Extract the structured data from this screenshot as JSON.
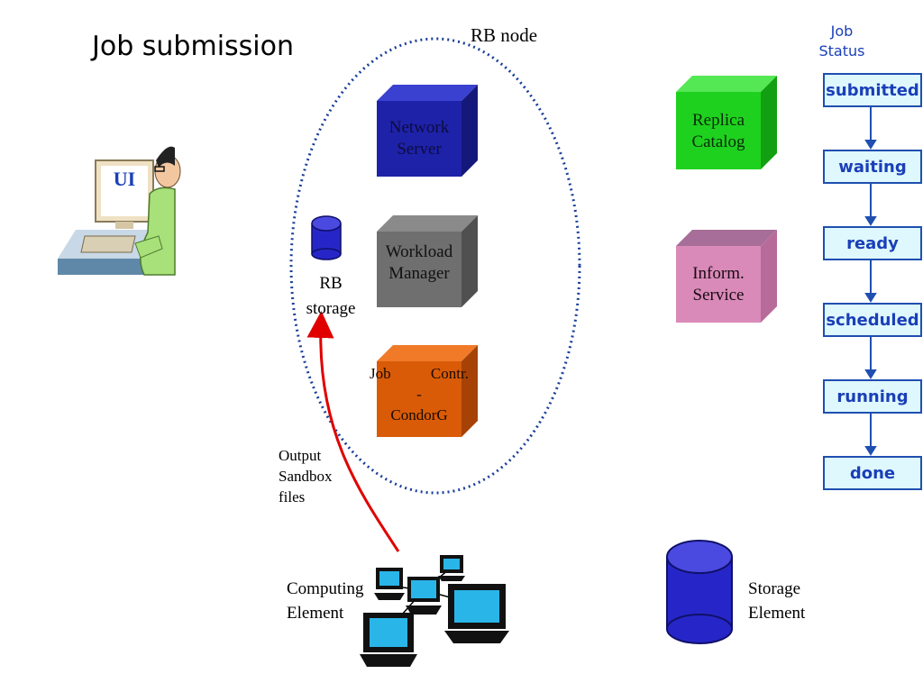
{
  "title": "Job submission",
  "ui_label": "UI",
  "rb_node": {
    "label": "RB node",
    "network_server": "Network Server",
    "workload_manager": "Workload Manager",
    "job_controller": "Job Contr. - CondorG",
    "rb_storage": "RB storage"
  },
  "replica_catalog": "Replica Catalog",
  "inform_service": "Inform. Service",
  "output_sandbox": "Output Sandbox files",
  "computing_element": "Computing Element",
  "storage_element": "Storage Element",
  "job_status": {
    "heading": "Job Status",
    "states": [
      "submitted",
      "waiting",
      "ready",
      "scheduled",
      "running",
      "done"
    ]
  },
  "colors": {
    "network_server": "#1e22a8",
    "workload_manager": "#6f6f6f",
    "job_controller": "#d95b07",
    "replica_catalog": "#1fd11f",
    "inform_service": "#d98ab8",
    "storage": "#2626c8",
    "status_fill": "#dff8fd",
    "status_border": "#1f4fb0",
    "arrow": "#e00000"
  }
}
